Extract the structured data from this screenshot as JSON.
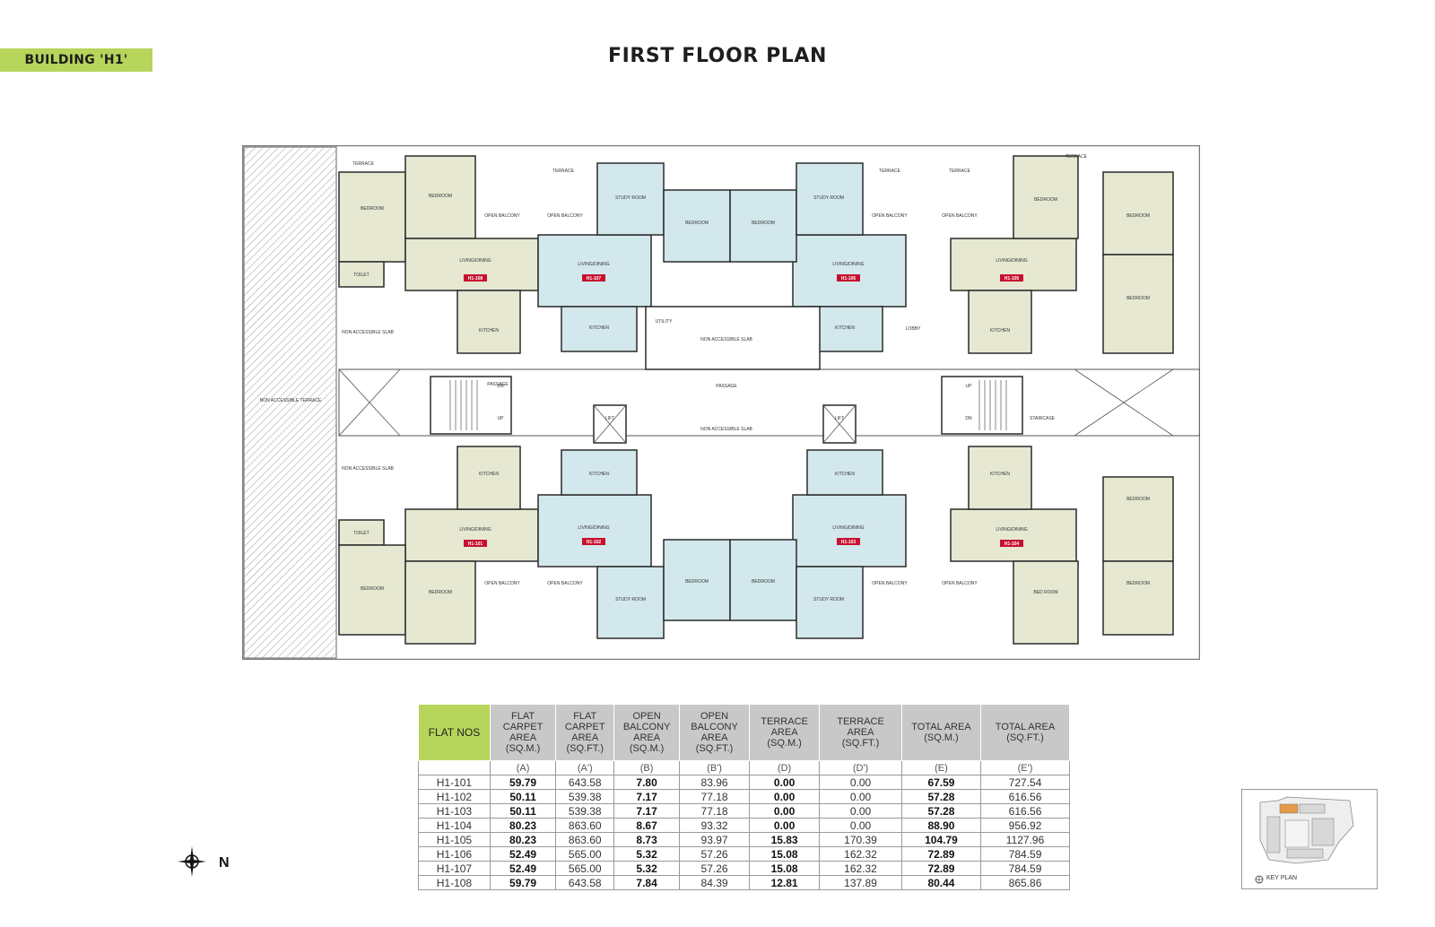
{
  "header": {
    "building_tag": "BUILDING 'H1'",
    "title": "FIRST FLOOR PLAN"
  },
  "plan": {
    "labels": {
      "non_accessible_terrace": "NON ACCESSIBLE TERRACE",
      "non_accessible_slab": "NON ACCESSIBLE SLAB",
      "passage": "PASSAGE",
      "lift": "LIFT",
      "staircase": "STAIRCASE",
      "up": "UP",
      "dn": "DN",
      "terrace": "TERRACE",
      "open_balcony": "OPEN BALCONY",
      "bedroom": "BEDROOM",
      "bed_room": "BED ROOM",
      "study_room": "STUDY ROOM",
      "living_dining": "LIVING/DINING",
      "kitchen": "KITCHEN",
      "toilet": "TOILET",
      "lobby": "LOBBY",
      "utility": "UTILITY"
    },
    "flat_tags": [
      "H1-101",
      "H1-102",
      "H1-103",
      "H1-104",
      "H1-105",
      "H1-106",
      "H1-107",
      "H1-108"
    ],
    "colors": {
      "flat_green": "#e6e8d2",
      "flat_blue": "#d3e8ec",
      "wall": "#2a2a2a",
      "tag_red": "#c8102e",
      "accent_green": "#b6d55a"
    }
  },
  "area_table": {
    "headers": [
      [
        "FLAT NOS"
      ],
      [
        "FLAT",
        "CARPET",
        "AREA",
        "(SQ.M.)"
      ],
      [
        "FLAT",
        "CARPET",
        "AREA",
        "(SQ.FT.)"
      ],
      [
        "OPEN",
        "BALCONY",
        "AREA",
        "(SQ.M.)"
      ],
      [
        "OPEN",
        "BALCONY",
        "AREA",
        "(SQ.FT.)"
      ],
      [
        "TERRACE",
        "AREA",
        "(SQ.M.)"
      ],
      [
        "TERRACE",
        "AREA",
        "(SQ.FT.)"
      ],
      [
        "TOTAL AREA",
        "(SQ.M.)"
      ],
      [
        "TOTAL AREA",
        "(SQ.FT.)"
      ]
    ],
    "letters": [
      "",
      "(A)",
      "(A')",
      "(B)",
      "(B')",
      "(D)",
      "(D')",
      "(E)",
      "(E')"
    ],
    "rows": [
      [
        "H1-101",
        "59.79",
        "643.58",
        "7.80",
        "83.96",
        "0.00",
        "0.00",
        "67.59",
        "727.54"
      ],
      [
        "H1-102",
        "50.11",
        "539.38",
        "7.17",
        "77.18",
        "0.00",
        "0.00",
        "57.28",
        "616.56"
      ],
      [
        "H1-103",
        "50.11",
        "539.38",
        "7.17",
        "77.18",
        "0.00",
        "0.00",
        "57.28",
        "616.56"
      ],
      [
        "H1-104",
        "80.23",
        "863.60",
        "8.67",
        "93.32",
        "0.00",
        "0.00",
        "88.90",
        "956.92"
      ],
      [
        "H1-105",
        "80.23",
        "863.60",
        "8.73",
        "93.97",
        "15.83",
        "170.39",
        "104.79",
        "1127.96"
      ],
      [
        "H1-106",
        "52.49",
        "565.00",
        "5.32",
        "57.26",
        "15.08",
        "162.32",
        "72.89",
        "784.59"
      ],
      [
        "H1-107",
        "52.49",
        "565.00",
        "5.32",
        "57.26",
        "15.08",
        "162.32",
        "72.89",
        "784.59"
      ],
      [
        "H1-108",
        "59.79",
        "643.58",
        "7.84",
        "84.39",
        "12.81",
        "137.89",
        "80.44",
        "865.86"
      ]
    ]
  },
  "compass": {
    "label": "N"
  },
  "key_plan": {
    "label": "KEY PLAN"
  }
}
